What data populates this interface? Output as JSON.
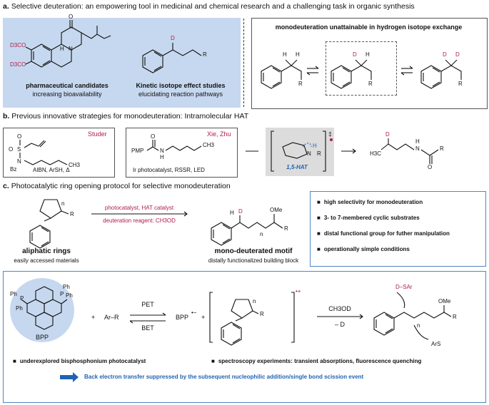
{
  "section_a": {
    "label": "a.",
    "title": "Selective deuteration: an empowering tool in medicinal and chemical research and a challenging task in organic synthesis",
    "left_panel": {
      "pharma_title": "pharmaceutical candidates",
      "pharma_sub": "increasing bioavailability",
      "kie_title": "Kinetic isotope effect studies",
      "kie_sub": "elucidating reaction pathways",
      "atom_D3CO_1": "D3CO",
      "atom_D3CO_2": "D3CO",
      "atom_N": "N",
      "atom_O": "O",
      "atom_H": "H",
      "atom_D": "D",
      "atom_R": "R"
    },
    "right_panel": {
      "title": "monodeuteration unattainable in hydrogen isotope exchange",
      "labels": [
        "H",
        "H",
        "R",
        "D",
        "H",
        "R",
        "D",
        "D",
        "R"
      ]
    }
  },
  "section_b": {
    "label": "b.",
    "title": "Previous innovative strategies for monodeuteration: Intramolecular HAT",
    "studer": {
      "name": "Studer",
      "conditions": "AIBN, ArSH, Δ",
      "atoms": {
        "S": "S",
        "O1": "O",
        "O2": "O",
        "N": "N",
        "Bz": "Bz",
        "CH3": "CH3"
      }
    },
    "xie_zhu": {
      "name": "Xie, Zhu",
      "conditions": "Ir photocatalyst, RSSR, LED",
      "atoms": {
        "PMP": "PMP",
        "O": "O",
        "N": "N",
        "H": "H",
        "CH3": "CH3"
      }
    },
    "hat_box": {
      "label": "1,5-HAT",
      "atoms": {
        "H": "H",
        "N": "N",
        "R": "R"
      },
      "dagger": "‡"
    },
    "product_atoms": {
      "D": "D",
      "H3C": "H3C",
      "N": "N",
      "H": "H",
      "O": "O",
      "R": "R"
    }
  },
  "section_c": {
    "label": "c.",
    "title": "Photocatalytic ring opening protocol for selective monodeuteration",
    "arrow_top": "photocatalyst, HAT catalyst",
    "arrow_bottom": "deuteration reagent: CH3OD",
    "substrate_title": "aliphatic rings",
    "substrate_sub": "easily accessed materials",
    "product_title": "mono-deuterated motif",
    "product_sub": "distally functionalized building block",
    "substrate_atoms": {
      "n": "n",
      "R": "R"
    },
    "product_atoms": {
      "H": "H",
      "D": "D",
      "OMe": "OMe",
      "n": "n",
      "R": "R"
    },
    "features": [
      "high selectivity for monodeuteration",
      "3- to 7-membered cyclic substrates",
      "distal functional group for futher manipulation",
      "operationally simple conditions"
    ]
  },
  "mechanism": {
    "bpp_label": "BPP",
    "plus1": "+",
    "ar_r": "Ar–R",
    "pet": "PET",
    "bet": "BET",
    "bpp_anion": "BPP",
    "bpp_charge": "•−",
    "plus2": "+",
    "radical_cation": "•+",
    "ring_atoms": {
      "n": "n",
      "R": "R"
    },
    "reagent": "CH3OD",
    "minus_d": "– D",
    "d_sar": "D–SAr",
    "ars": "ArS",
    "product_atoms": {
      "OMe": "OMe",
      "R": "R",
      "n": "n"
    },
    "ph_labels": [
      "Ph",
      "Ph",
      "Ph",
      "Ph"
    ],
    "p_labels": [
      "P",
      "P"
    ],
    "bullet_left": "underexplored bisphosphonium photocatalyst",
    "bullet_right": "spectroscopy experiments: transient absorptions, fluorescence quenching",
    "footer": "Back electron transfer suppressed by the subsequent nucleophilic addition/single bond scission event"
  },
  "colors": {
    "accent_red": "#b01c4a",
    "panel_blue": "#c6d8ef",
    "frame_blue": "#4f86c6",
    "link_blue": "#1f63b4"
  }
}
